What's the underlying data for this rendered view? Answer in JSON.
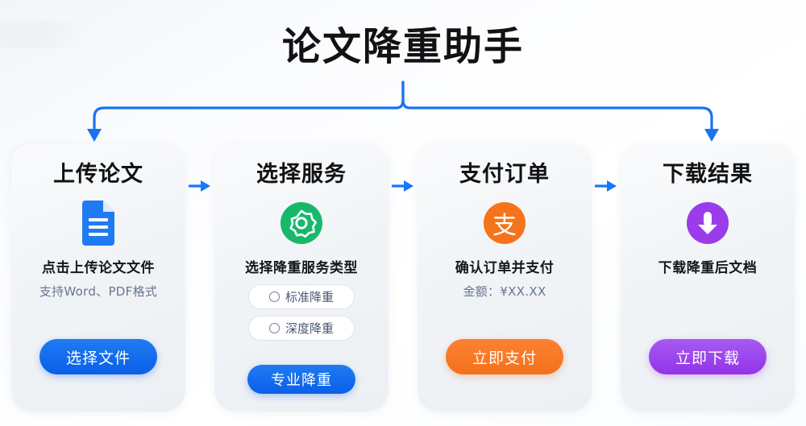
{
  "header": {
    "title": "论文降重助手"
  },
  "colors": {
    "primary_blue": "#1677ff",
    "connector_blue": "#1a73f0",
    "green": "#18b86a",
    "orange": "#f5741b",
    "purple": "#9b3cea",
    "text_dark": "#111214",
    "text_muted": "#68758c",
    "card_bg": "#f1f4f7",
    "page_bg": "#fbfcfe"
  },
  "connectors": {
    "bracket_icon": "curly-brace-split-connector",
    "left_arrow_icon": "arrow-down-icon",
    "right_arrow_icon": "arrow-down-icon",
    "step_arrow_icon": "arrow-right-icon"
  },
  "steps": [
    {
      "id": "upload",
      "title": "上传论文",
      "icon": "document-icon",
      "desc": "点击上传论文文件",
      "sub": "支持Word、PDF格式",
      "cta": "选择文件",
      "cta_style": "blue"
    },
    {
      "id": "service",
      "title": "选择服务",
      "icon": "gear-icon",
      "desc": "选择降重服务类型",
      "options": [
        {
          "label": "标准降重",
          "selected": false
        },
        {
          "label": "深度降重",
          "selected": false
        }
      ],
      "cta": "专业降重",
      "cta_style": "blue"
    },
    {
      "id": "payment",
      "title": "支付订单",
      "icon": "alipay-icon",
      "icon_glyph": "支",
      "desc": "确认订单并支付",
      "sub": "金额：¥XX.XX",
      "cta": "立即支付",
      "cta_style": "orange"
    },
    {
      "id": "download",
      "title": "下载结果",
      "icon": "download-icon",
      "desc": "下载降重后文档",
      "cta": "立即下载",
      "cta_style": "purple"
    }
  ]
}
